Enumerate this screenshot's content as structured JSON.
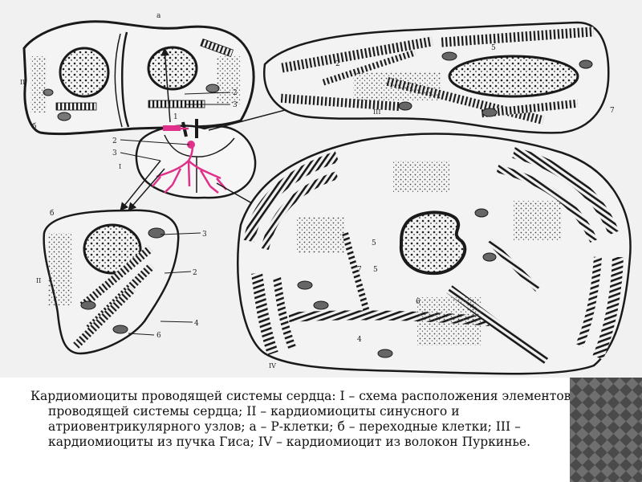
{
  "figure": {
    "labels": {
      "a": "а",
      "b_top_left": "б",
      "b_mid_left": "б",
      "roman_I": "I",
      "roman_II_top": "II",
      "roman_II_mid": "II",
      "roman_III": "III",
      "roman_IV": "IV",
      "n1": "1",
      "n2_top": "2",
      "n3_top": "3",
      "n2_heart": "2",
      "n3_heart": "3",
      "n3_mid": "3",
      "n2_mid": "2",
      "n4_mid": "4",
      "n6_mid": "6",
      "n2_r1": "2",
      "n5_r1": "5",
      "n7_r1": "7",
      "n5_r2a": "5",
      "n5_r2b": "5",
      "n7_r2": "7",
      "n6_r2": "6",
      "n4_r2": "4"
    },
    "colors": {
      "ink": "#1a1a1a",
      "conduction_system": "#e0308a",
      "paper": "#f1f1f1"
    }
  },
  "caption": {
    "text": "Кардиомиоциты проводящей системы сердца: I – схема расположения элементов проводящей системы сердца; II – кардиомиоциты синусного и атриовентрикулярного узлов; а – Р-клетки; б – переходные клетки; III – кардиомиоциты из пучка Гиса;  IV – кардиомиоцит из волокон Пуркинье."
  }
}
